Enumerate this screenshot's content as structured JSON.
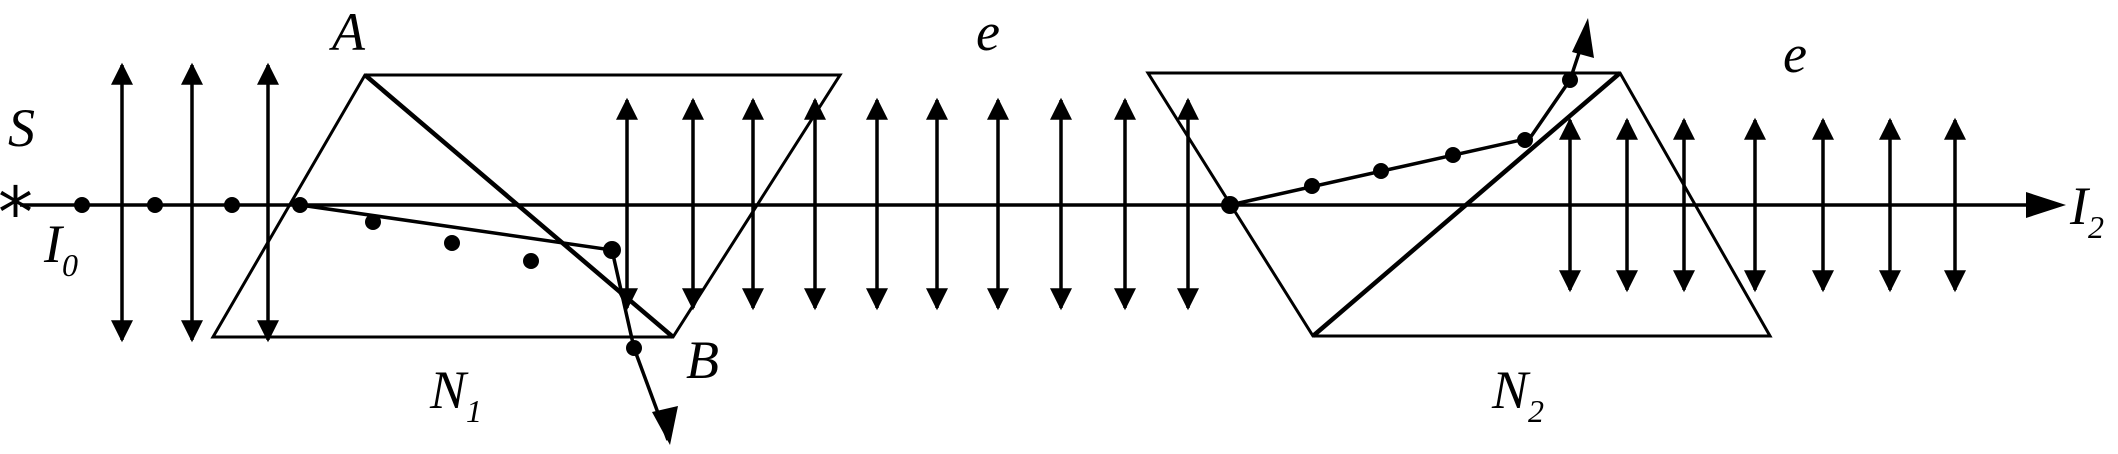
{
  "labels": {
    "source": "S",
    "source_marker": "*",
    "intensity_in": "I",
    "intensity_in_sub": "0",
    "vertex_a": "A",
    "vertex_b": "B",
    "prism_1": "N",
    "prism_1_sub": "1",
    "prism_2": "N",
    "prism_2_sub": "2",
    "extraordinary_1": "e",
    "extraordinary_2": "e",
    "intensity_out": "I",
    "intensity_out_sub": "2"
  },
  "colors": {
    "ink": "#000000",
    "background": "#ffffff"
  }
}
